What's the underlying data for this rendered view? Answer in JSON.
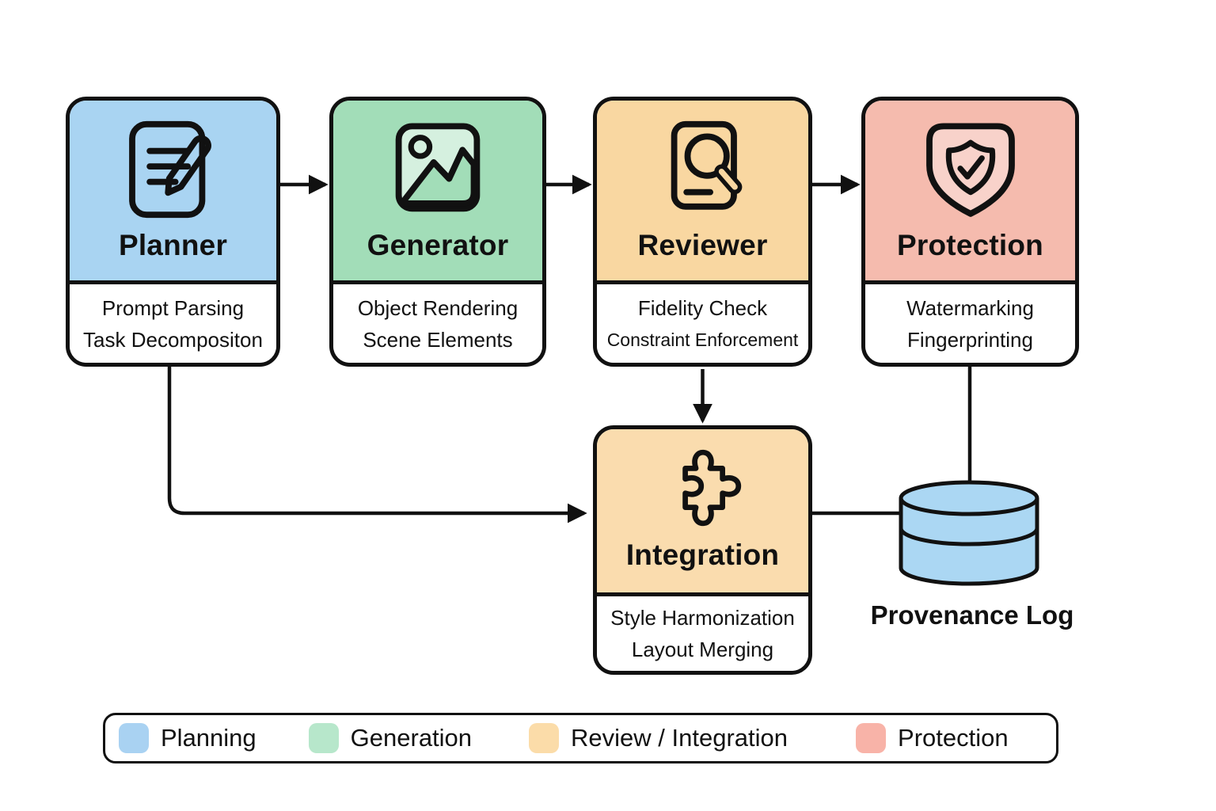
{
  "nodes": {
    "planner": {
      "title": "Planner",
      "line1": "Prompt Parsing",
      "line2": "Task Decompositon"
    },
    "generator": {
      "title": "Generator",
      "line1": "Object Rendering",
      "line2": "Scene Elements"
    },
    "reviewer": {
      "title": "Reviewer",
      "line1": "Fidelity Check",
      "line2": "Constraint Enforcement"
    },
    "protection": {
      "title": "Protection",
      "line1": "Watermarking",
      "line2": "Fingerprinting"
    },
    "integration": {
      "title": "Integration",
      "line1": "Style Harmonization",
      "line2": "Layout Merging"
    }
  },
  "datastore": {
    "label": "Provenance Log"
  },
  "legend": {
    "items": [
      {
        "label": "Planning",
        "color": "#A9D2F2"
      },
      {
        "label": "Generation",
        "color": "#B7E7CB"
      },
      {
        "label": "Review / Integration",
        "color": "#FBDCA9"
      },
      {
        "label": "Protection",
        "color": "#F8B3A8"
      }
    ]
  },
  "colors": {
    "planner_header": "#A9D4F2",
    "generator_header": "#A2DDB8",
    "reviewer_header": "#F9D7A1",
    "protection_header": "#F5BBAE",
    "integration_header": "#FADCAE",
    "datastore_fill": "#ABD7F3",
    "outline": "#111111"
  },
  "icons": {
    "planner": "document-pencil-icon",
    "generator": "image-icon",
    "reviewer": "document-magnifier-icon",
    "protection": "shield-check-icon",
    "integration": "puzzle-icon",
    "datastore": "database-cylinder-icon"
  }
}
